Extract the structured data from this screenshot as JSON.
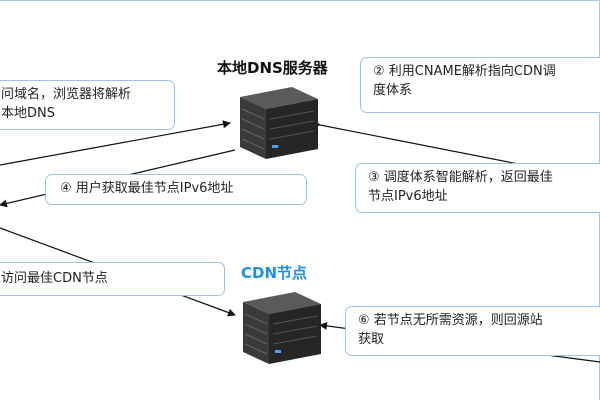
{
  "diagram": {
    "nodes": {
      "dns_server": {
        "label": "本地DNS服务器",
        "icon": "server-icon"
      },
      "cdn_node": {
        "label": "CDN节点",
        "icon": "server-icon",
        "label_color": "#1f8fe6"
      }
    },
    "steps": {
      "step1": {
        "line1": "问域名，浏览器将解析",
        "line2": "本地DNS"
      },
      "step2": {
        "line1": "② 利用CNAME解析指向CDN调",
        "line2": "度体系"
      },
      "step3": {
        "line1": "③ 调度体系智能解析，返回最佳",
        "line2": "节点IPv6地址"
      },
      "step4": {
        "line1": "④ 用户获取最佳节点IPv6地址"
      },
      "step5": {
        "line1": "访问最佳CDN节点"
      },
      "step6": {
        "line1": "⑥ 若节点无所需资源，则回源站",
        "line2": "获取"
      }
    },
    "colors": {
      "box_border": "#9cc4ea",
      "arrow": "#111111",
      "server_body": "#2b2b2b",
      "server_light": "#4aa3ff"
    }
  }
}
